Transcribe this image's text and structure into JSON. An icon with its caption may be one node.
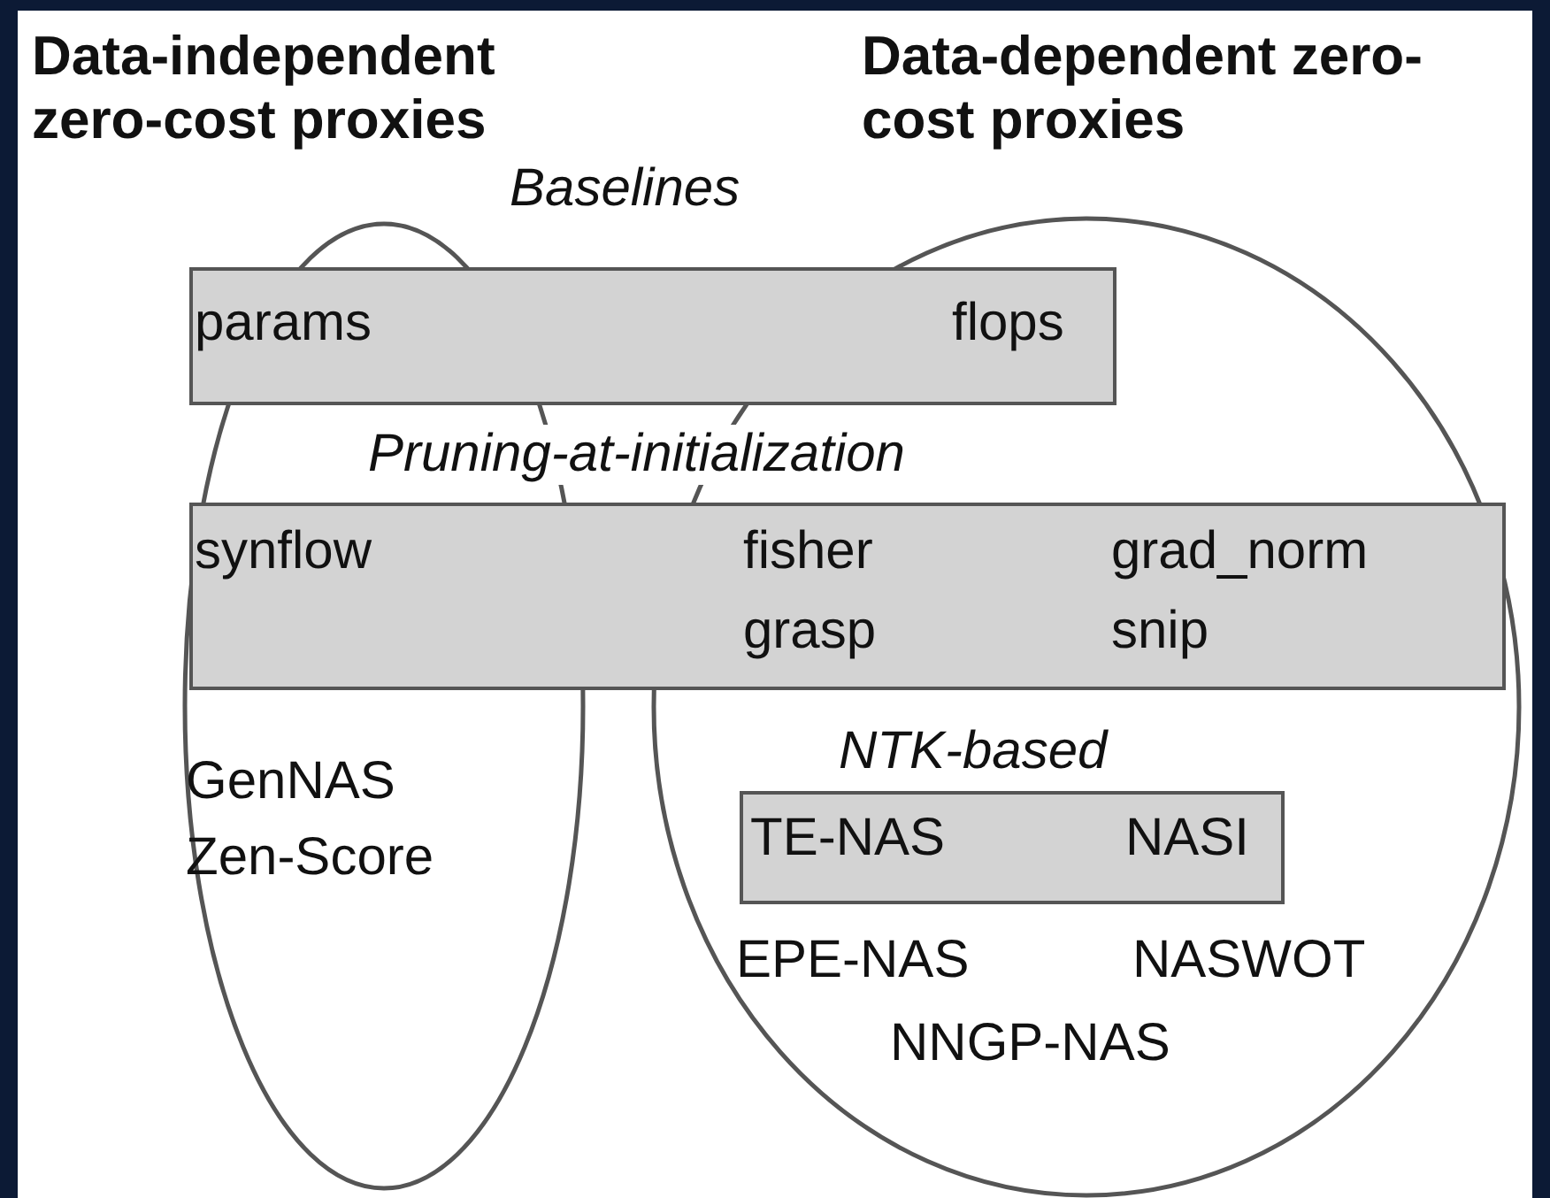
{
  "diagram": {
    "nodes": [
      {
        "text": [
          "Data-independent zero-cost proxies"
        ]
      },
      {
        "text": [
          "Data-dependent zero-cost proxies"
        ]
      },
      {
        "text": [
          "Baselines",
          "params",
          "flops"
        ]
      },
      {
        "text": [
          "Pruning-at-initialization",
          "synflow",
          "fisher",
          "grad_norm",
          "grasp",
          "snip"
        ]
      },
      {
        "text": [
          "NTK-based",
          "TE-NAS",
          "NASI"
        ],
        "in": 1
      }
    ],
    "labels": [
      "GenNAS",
      "Zen-Score",
      "EPE-NAS",
      "NASWOT",
      "NNGP-NAS"
    ]
  }
}
